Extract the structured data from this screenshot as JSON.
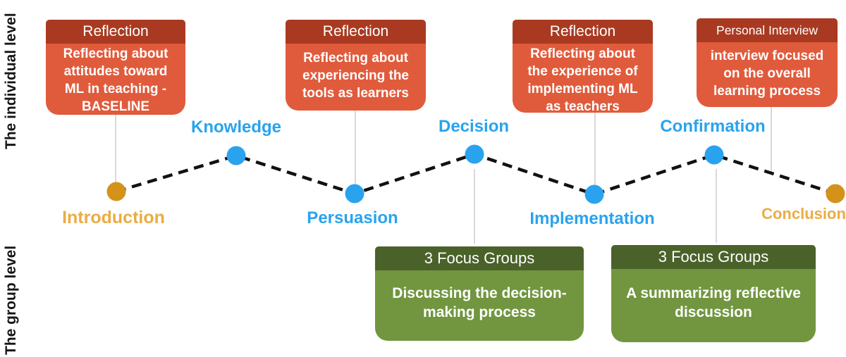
{
  "palette": {
    "red_header": "#A93A21",
    "red_body": "#E05B3C",
    "green_header": "#4A6229",
    "green_body": "#71963F",
    "blue_accent": "#29A3ED",
    "gold_dot": "#D4921B",
    "gold_label": "#EBAC44",
    "connector_gray": "#D9D9D9",
    "dashed_line_black": "#111111",
    "text_white": "#FFFFFF"
  },
  "axis_labels": {
    "individual": "The individual level",
    "group": "The group level"
  },
  "top_boxes": [
    {
      "header": "Reflection",
      "body": "Reflecting about attitudes toward ML in teaching - BASELINE"
    },
    {
      "header": "Reflection",
      "body": "Reflecting about experiencing the tools as learners"
    },
    {
      "header": "Reflection",
      "body": "Reflecting about the experience of implementing ML as teachers"
    },
    {
      "header": "Personal Interview",
      "body": "interview focused on the overall learning process"
    }
  ],
  "bottom_boxes": [
    {
      "header": "3 Focus Groups",
      "body": "Discussing the decision-making process"
    },
    {
      "header": "3 Focus Groups",
      "body": "A summarizing reflective discussion"
    }
  ],
  "timeline": {
    "stages": [
      {
        "label": "Introduction",
        "dot_color": "#D4921B",
        "label_color": "#EBAC44",
        "position": "low",
        "label_pos": "below"
      },
      {
        "label": "Knowledge",
        "dot_color": "#29A3ED",
        "label_color": "#29A3ED",
        "position": "high",
        "label_pos": "above"
      },
      {
        "label": "Persuasion",
        "dot_color": "#29A3ED",
        "label_color": "#29A3ED",
        "position": "low",
        "label_pos": "below"
      },
      {
        "label": "Decision",
        "dot_color": "#29A3ED",
        "label_color": "#29A3ED",
        "position": "high",
        "label_pos": "above"
      },
      {
        "label": "Implementation",
        "dot_color": "#29A3ED",
        "label_color": "#29A3ED",
        "position": "low",
        "label_pos": "below"
      },
      {
        "label": "Confirmation",
        "dot_color": "#29A3ED",
        "label_color": "#29A3ED",
        "position": "high",
        "label_pos": "above"
      },
      {
        "label": "Conclusion",
        "dot_color": "#D4921B",
        "label_color": "#EBAC44",
        "position": "low",
        "label_pos": "below"
      }
    ]
  }
}
